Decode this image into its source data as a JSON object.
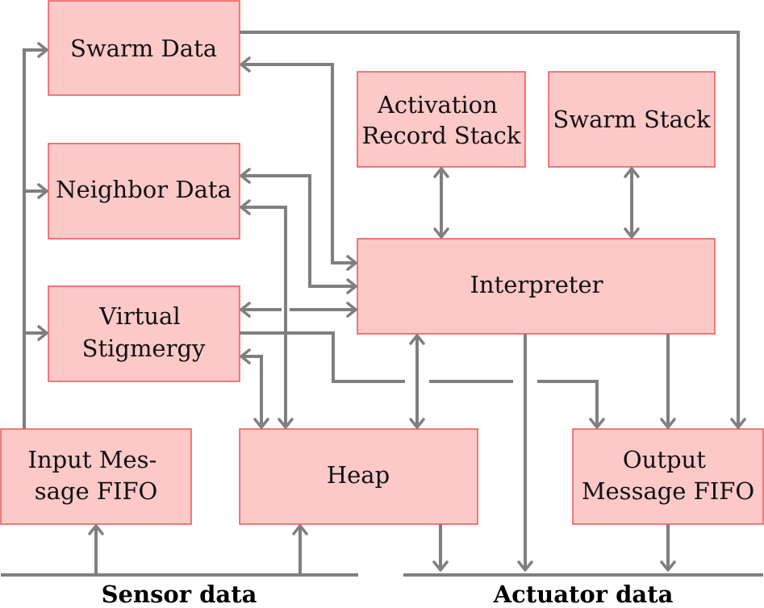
{
  "blocks": {
    "swarm_data": [
      "Swarm Data"
    ],
    "neighbor_data": [
      "Neighbor Data"
    ],
    "virtual_stigmergy": [
      "Virtual",
      "Stigmergy"
    ],
    "activation_record_stack": [
      "Activation",
      "Record Stack"
    ],
    "swarm_stack": [
      "Swarm Stack"
    ],
    "interpreter": [
      "Interpreter"
    ],
    "input_fifo": [
      "Input Mes-",
      "sage FIFO"
    ],
    "heap": [
      "Heap"
    ],
    "output_fifo": [
      "Output",
      "Message FIFO"
    ]
  },
  "buses": {
    "sensor": "Sensor data",
    "actuator": "Actuator data"
  },
  "colors": {
    "box_fill": "#fdc8c8",
    "box_stroke": "#ee4b4b",
    "wire": "#7f7f7f"
  }
}
